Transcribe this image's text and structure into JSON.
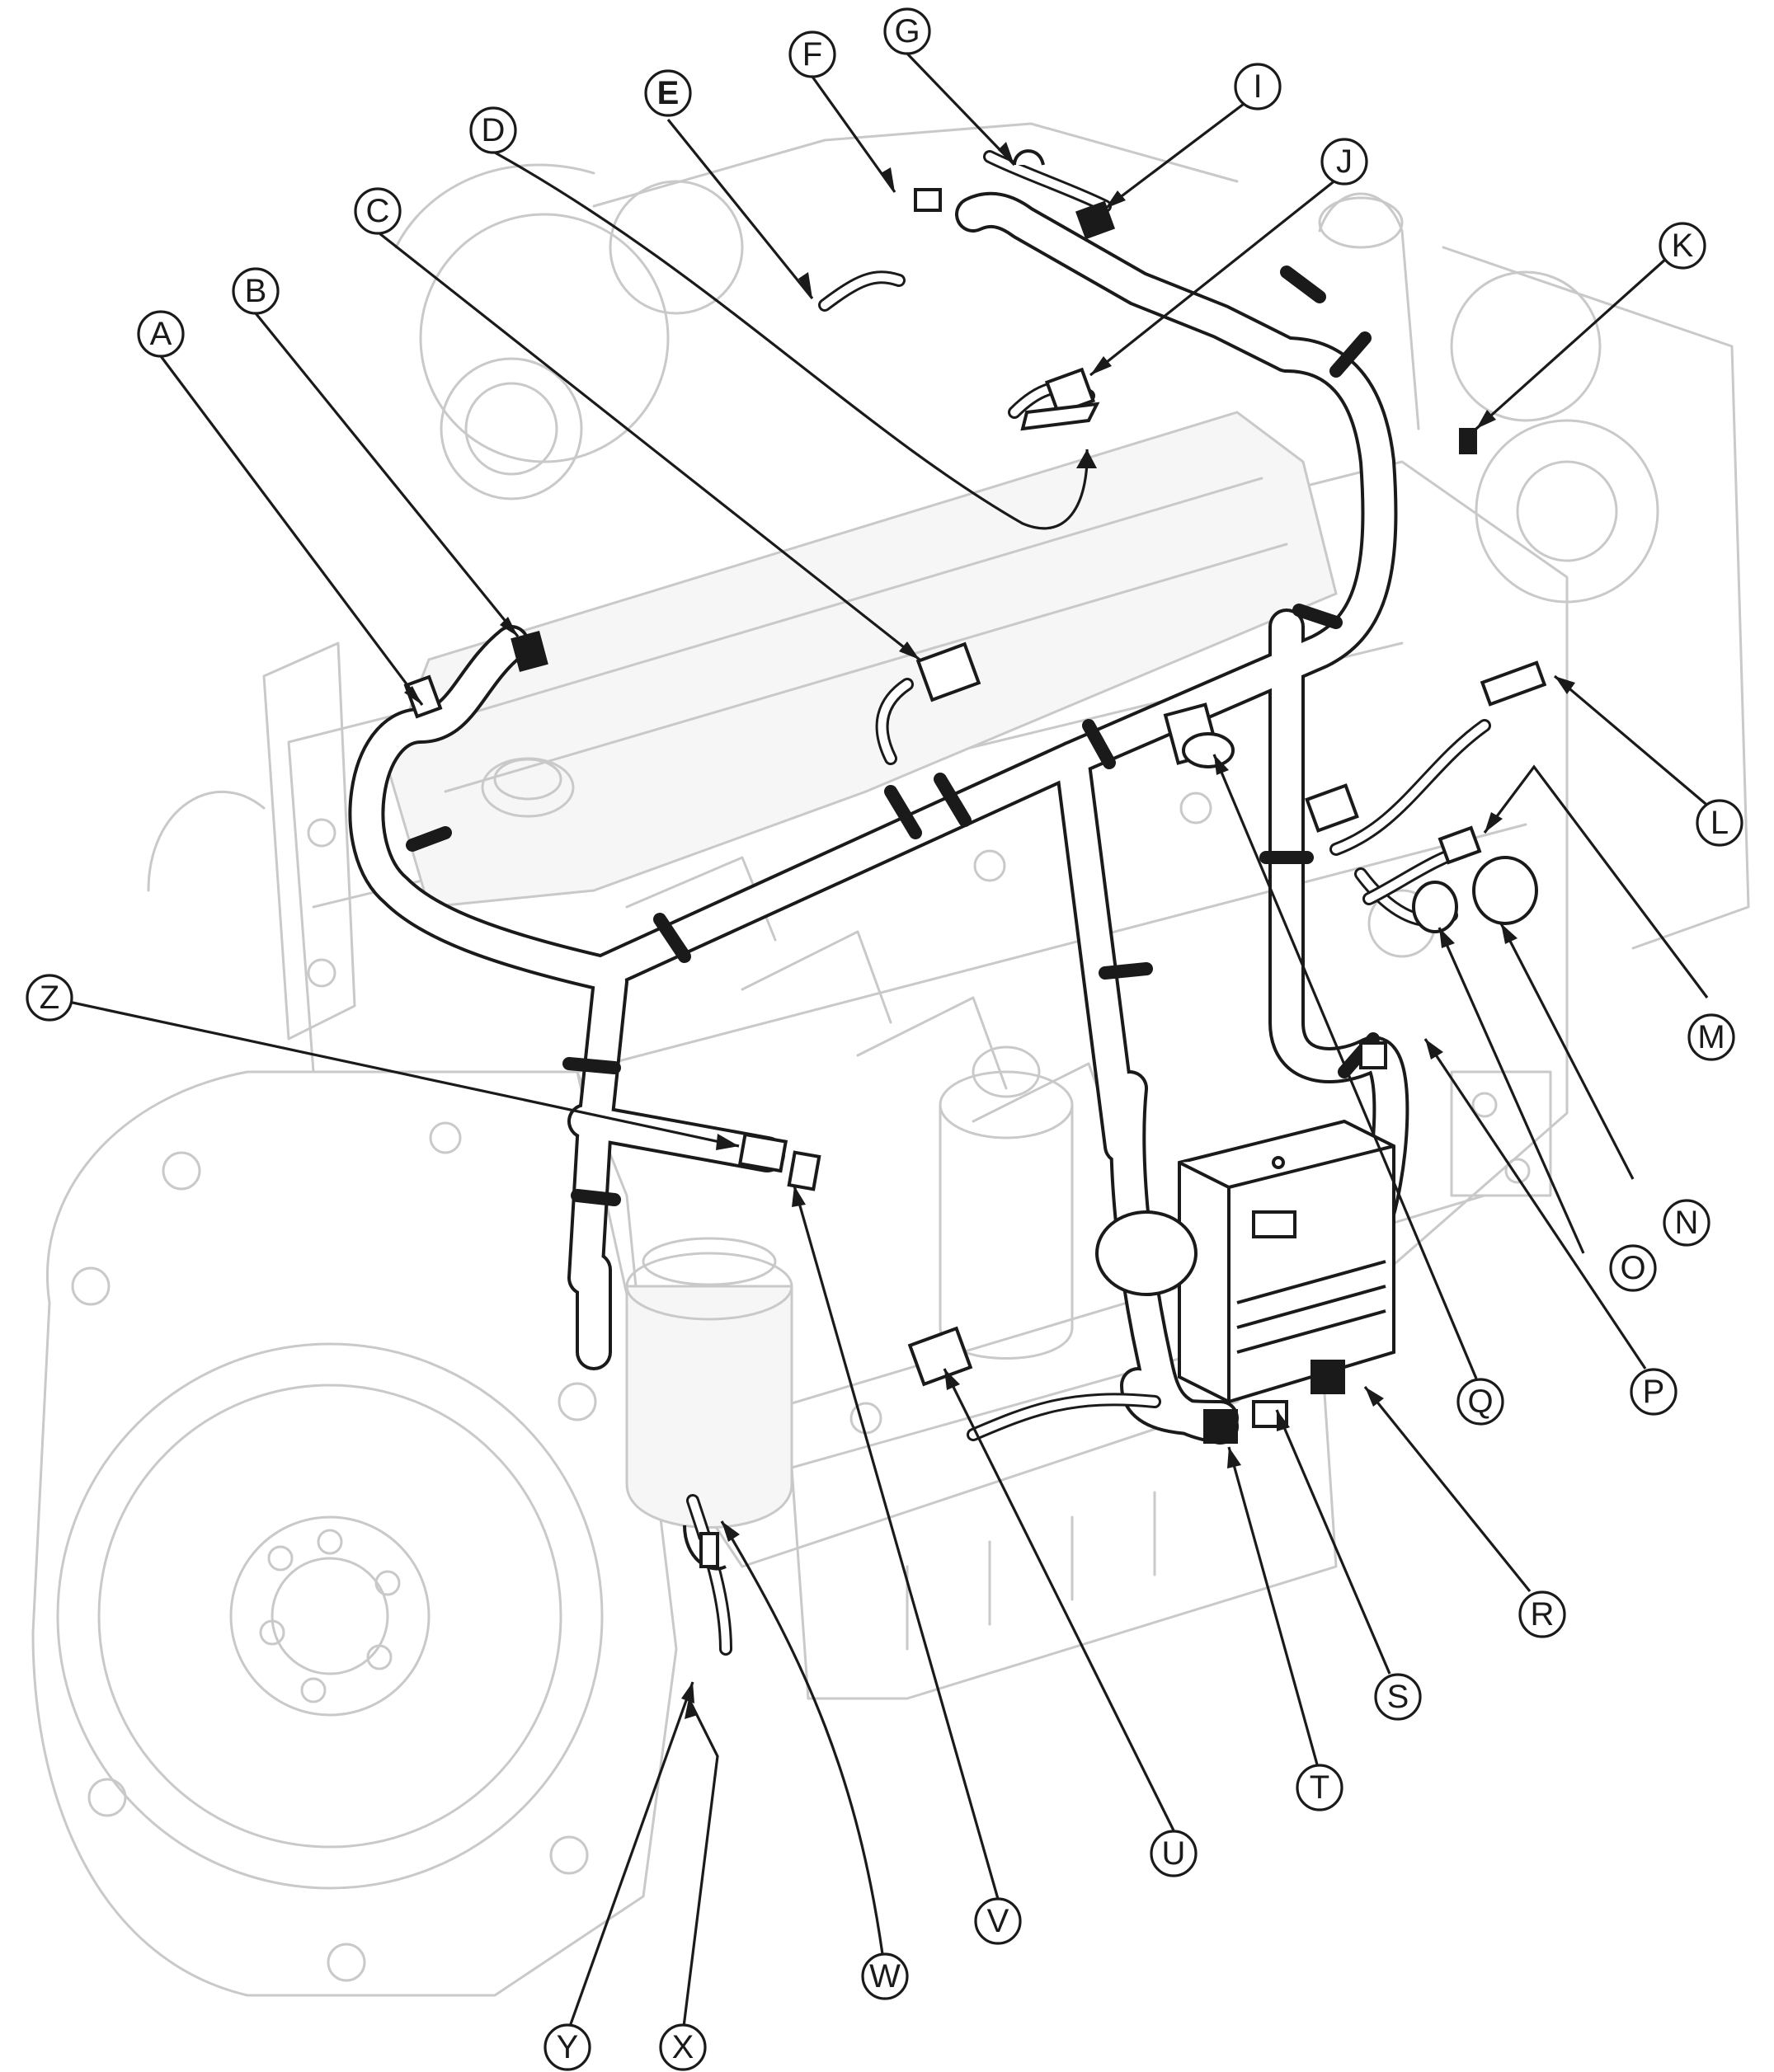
{
  "callouts": {
    "A": "A",
    "B": "B",
    "C": "C",
    "D": "D",
    "E": "E",
    "F": "F",
    "G": "G",
    "I": "I",
    "J": "J",
    "K": "K",
    "L": "L",
    "M": "M",
    "N": "N",
    "O": "O",
    "P": "P",
    "Q": "Q",
    "R": "R",
    "S": "S",
    "T": "T",
    "U": "U",
    "V": "V",
    "W": "W",
    "X": "X",
    "Y": "Y",
    "Z": "Z"
  },
  "colors": {
    "harness": "#1a1a1a",
    "engine_outline": "#c9c9c9",
    "background": "#ffffff"
  }
}
